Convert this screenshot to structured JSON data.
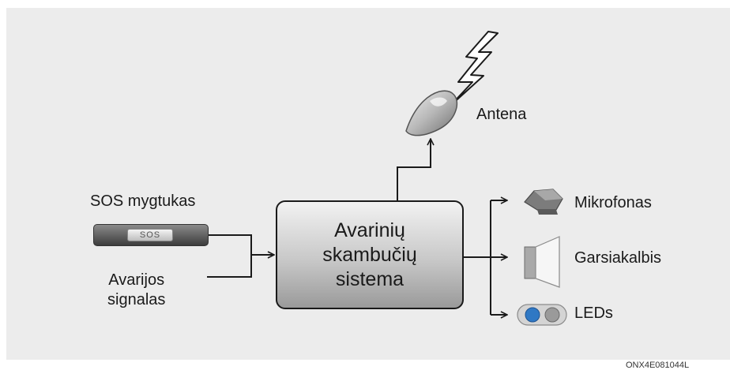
{
  "system": {
    "label_lines": [
      "Avarinių",
      "skambučių",
      "sistema"
    ]
  },
  "inputs": {
    "sos_button_label": "SOS mygtukas",
    "sos_button_text": "SOS",
    "hazard_signal_lines": [
      "Avarijos",
      "signalas"
    ]
  },
  "outputs": {
    "antenna": "Antena",
    "microphone": "Mikrofonas",
    "speaker": "Garsiakalbis",
    "leds": "LEDs"
  },
  "figure_code": "ONX4E081044L",
  "colors": {
    "panel": "#ececec",
    "line": "#1a1a1a",
    "led_blue": "#2f78c4",
    "led_gray": "#9a9a9a"
  },
  "icons": [
    "lightning-icon",
    "antenna-icon",
    "microphone-icon",
    "speaker-icon",
    "led-icon"
  ]
}
